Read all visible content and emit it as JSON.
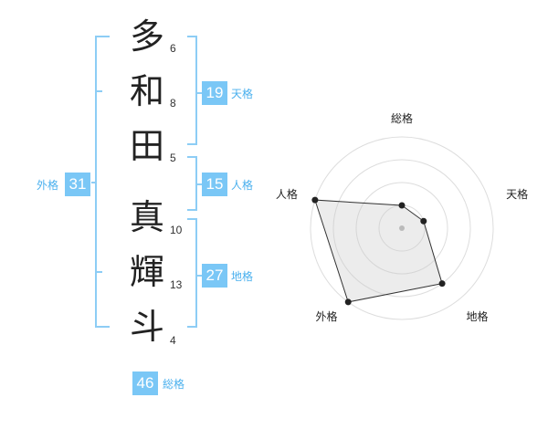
{
  "name": {
    "characters": [
      {
        "char": "多",
        "strokes": "6"
      },
      {
        "char": "和",
        "strokes": "8"
      },
      {
        "char": "田",
        "strokes": "5"
      },
      {
        "char": "真",
        "strokes": "10"
      },
      {
        "char": "輝",
        "strokes": "13"
      },
      {
        "char": "斗",
        "strokes": "4"
      }
    ]
  },
  "fortunes": {
    "tenkaku": {
      "label": "天格",
      "value": "19"
    },
    "jinkaku": {
      "label": "人格",
      "value": "15"
    },
    "chikaku": {
      "label": "地格",
      "value": "27"
    },
    "gaikaku": {
      "label": "外格",
      "value": "31"
    },
    "soukaku": {
      "label": "総格",
      "value": "46"
    }
  },
  "colors": {
    "accent": "#7ac7f6",
    "accent_text": "#4ab0ee",
    "bracket": "#8dcdf5"
  },
  "chart_data": {
    "type": "radar",
    "axes": [
      "総格",
      "天格",
      "地格",
      "外格",
      "人格"
    ],
    "values": [
      1,
      1,
      3,
      4,
      4
    ],
    "rings": 4,
    "range": [
      0,
      4
    ]
  }
}
